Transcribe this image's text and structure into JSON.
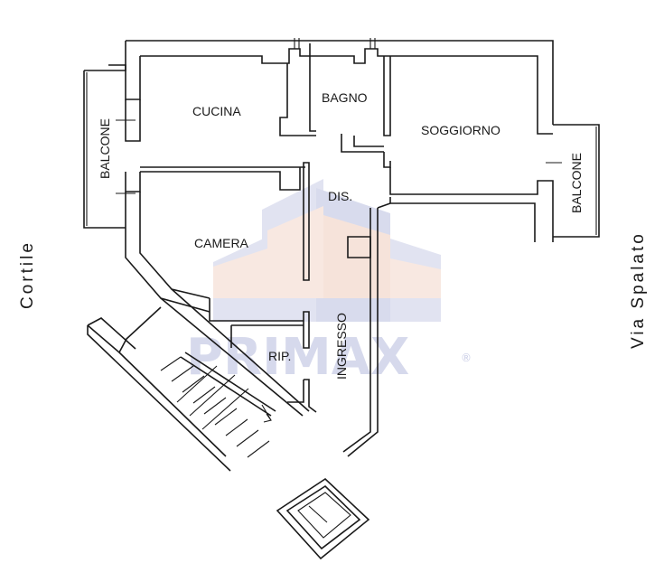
{
  "rooms": {
    "cucina": "CUCINA",
    "bagno": "BAGNO",
    "soggiorno": "SOGGIORNO",
    "camera": "CAMERA",
    "dis": "DIS.",
    "rip": "RIP.",
    "ingresso": "INGRESSO",
    "balcone_left": "BALCONE",
    "balcone_right": "BALCONE"
  },
  "surroundings": {
    "left": "Cortile",
    "right": "Via Spalato"
  },
  "watermark": {
    "brand": "PRIMAX",
    "registered": "®"
  },
  "colors": {
    "walls": "#1a1a1a",
    "watermark_blue": "#c9cde6",
    "watermark_peach": "#f4d7c9"
  }
}
